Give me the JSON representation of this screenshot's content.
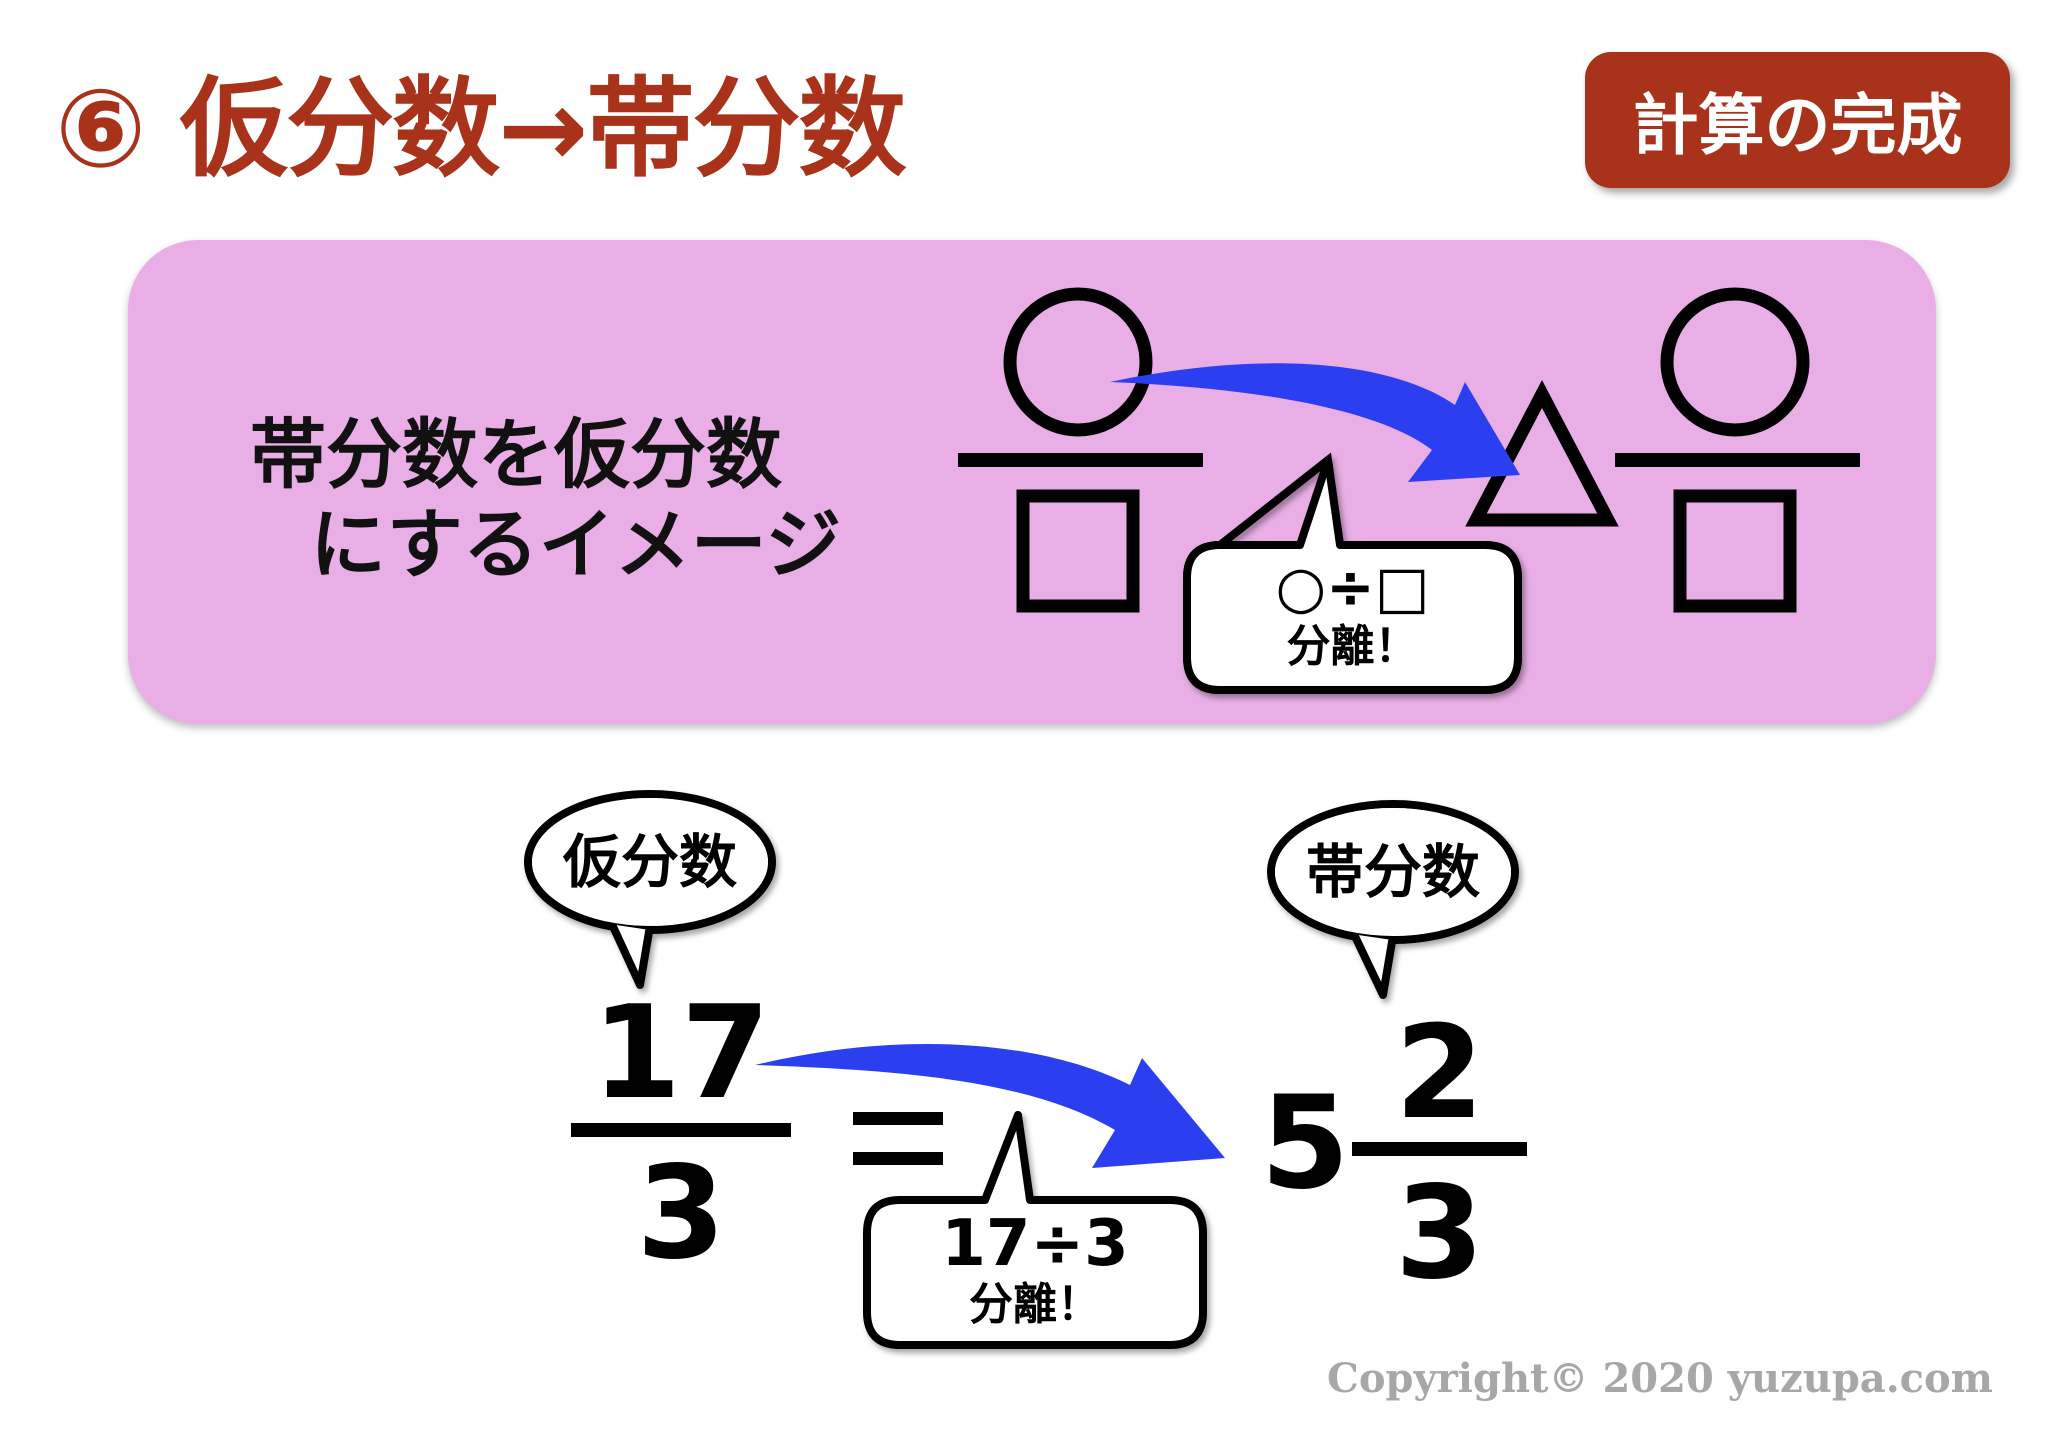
{
  "title": "⑥ 仮分数→帯分数",
  "badge": "計算の完成",
  "panel": {
    "line1": "帯分数を仮分数",
    "line2": "にするイメージ",
    "bubble_line1": "○÷□",
    "bubble_line2": "分離！"
  },
  "example": {
    "improper_label": "仮分数",
    "mixed_label": "帯分数",
    "numerator": "17",
    "denominator": "3",
    "equals": "=",
    "whole": "5",
    "mixed_numerator": "2",
    "mixed_denominator": "3",
    "bubble_line1": "17÷3",
    "bubble_line2": "分離！"
  },
  "copyright": "Copyright© 2020 yuzupa.com",
  "colors": {
    "accent": "#a8321a",
    "panel": "#e9aee5",
    "arrow": "#2b3ff0"
  }
}
